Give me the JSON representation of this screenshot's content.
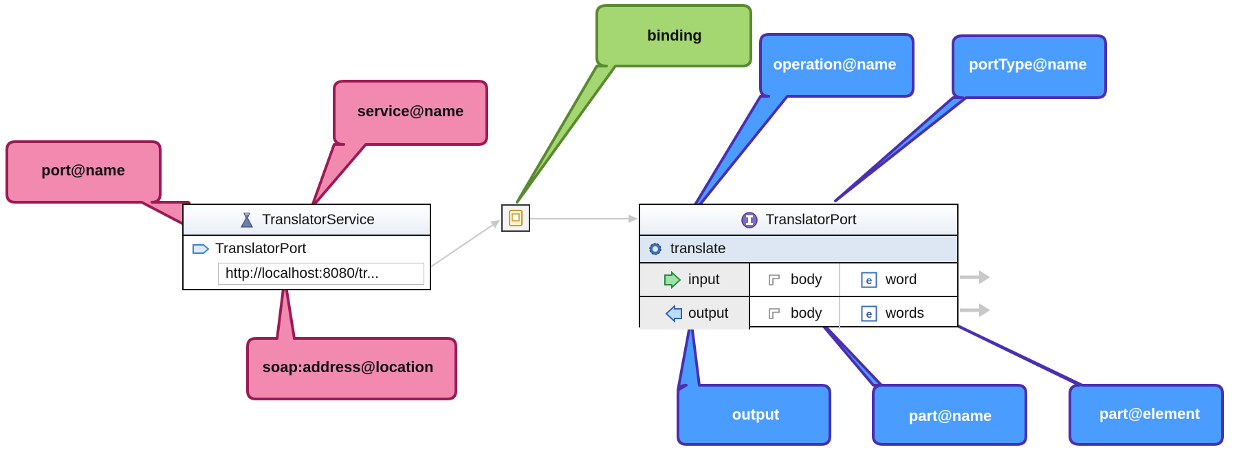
{
  "service": {
    "title": "TranslatorService",
    "port_name": "TranslatorPort",
    "address": "http://localhost:8080/tr..."
  },
  "port_type": {
    "title": "TranslatorPort",
    "operation": "translate",
    "rows": [
      {
        "direction": "input",
        "part": "body",
        "element": "word"
      },
      {
        "direction": "output",
        "part": "body",
        "element": "words"
      }
    ]
  },
  "callouts": {
    "port_name": "port@name",
    "service_name": "service@name",
    "soap_address": "soap:address@location",
    "binding": "binding",
    "operation_name": "operation@name",
    "port_type_name": "portType@name",
    "output": "output",
    "part_name": "part@name",
    "part_element": "part@element"
  },
  "colors": {
    "pink_fill": "#f28ab0",
    "pink_stroke": "#9c1a55",
    "green_fill": "#a4d672",
    "green_stroke": "#5a8a30",
    "blue_fill": "#4b9cff",
    "blue_stroke": "#4a2fb0",
    "header_fill": "#e9eef6",
    "operation_fill": "#dce7f3"
  }
}
